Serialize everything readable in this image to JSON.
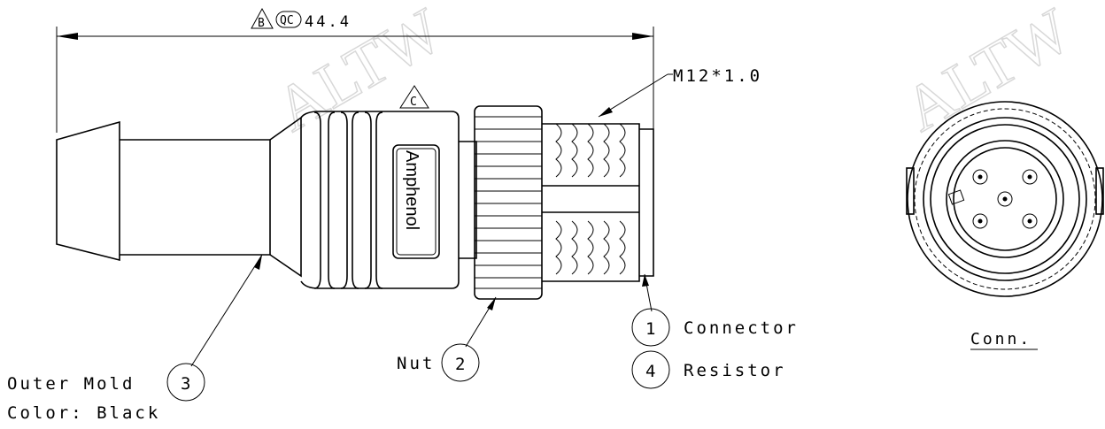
{
  "dimension": {
    "revision_B": "B",
    "qc_mark": "QC",
    "length": "44.4"
  },
  "revision_C": "C",
  "thread_callout": "M12*1.0",
  "logo_text": "Amphenol",
  "balloons": [
    {
      "number": "1",
      "label": "Connector"
    },
    {
      "number": "4",
      "label": "Resistor"
    },
    {
      "number": "2",
      "label": "Nut"
    },
    {
      "number": "3",
      "label": "Outer Mold",
      "note": "Color: Black"
    }
  ],
  "end_view_label": "Conn.",
  "watermark": "ALTW"
}
